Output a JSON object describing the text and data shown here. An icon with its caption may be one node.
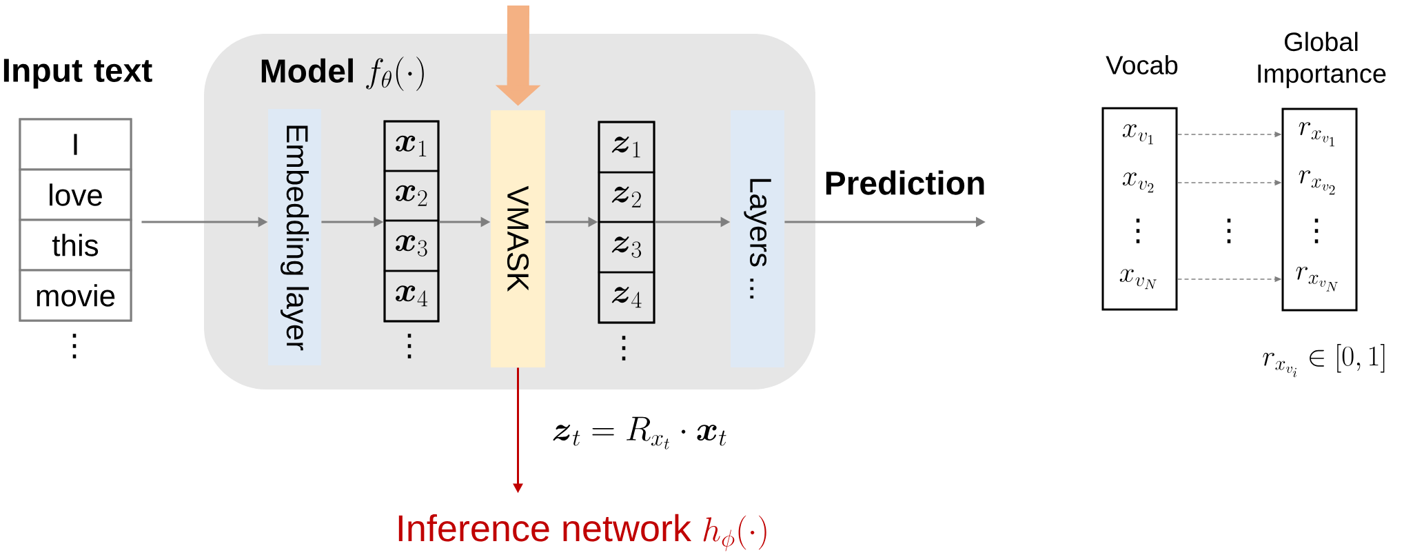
{
  "diagram": {
    "nodes": [
      {
        "text": [
          "Input text"
        ]
      },
      {
        "text": [
          "I"
        ],
        "in": 0
      },
      {
        "text": [
          "love"
        ],
        "in": 0
      },
      {
        "text": [
          "this"
        ],
        "in": 0
      },
      {
        "text": [
          "movie"
        ],
        "in": 0
      },
      {
        "text": [
          "Model",
          "f_{\\theta}(\\cdot)"
        ]
      },
      {
        "text": [
          "Embedding layer"
        ],
        "in": 5
      },
      {
        "text": [],
        "shape": "box",
        "in": 5
      },
      {
        "text": [
          "\\boldsymbol{x}_1"
        ],
        "in": 7
      },
      {
        "text": [
          "\\boldsymbol{x}_2"
        ],
        "in": 7
      },
      {
        "text": [
          "\\boldsymbol{x}_3"
        ],
        "in": 7
      },
      {
        "text": [
          "\\boldsymbol{x}_4"
        ],
        "in": 7
      },
      {
        "text": [
          "VMASK"
        ],
        "in": 5
      },
      {
        "text": [],
        "shape": "box",
        "in": 5
      },
      {
        "text": [
          "\\boldsymbol{z}_1"
        ],
        "in": 13
      },
      {
        "text": [
          "\\boldsymbol{z}_2"
        ],
        "in": 13
      },
      {
        "text": [
          "\\boldsymbol{z}_3"
        ],
        "in": 13
      },
      {
        "text": [
          "\\boldsymbol{z}_4"
        ],
        "in": 13
      },
      {
        "text": [
          "Layers ..."
        ],
        "in": 5
      },
      {
        "text": [
          "Inference network",
          "h_{\\phi}(\\cdot)"
        ]
      },
      {
        "text": [
          "Vocab"
        ]
      },
      {
        "text": [
          "x_{v_1}"
        ],
        "in": 20
      },
      {
        "text": [
          "x_{v_2}"
        ],
        "in": 20
      },
      {
        "text": [
          "x_{v_N}"
        ],
        "in": 20
      },
      {
        "text": [
          "Global Importance"
        ]
      },
      {
        "text": [
          "r_{x_{v_1}}"
        ],
        "in": 24
      },
      {
        "text": [
          "r_{x_{v_2}}"
        ],
        "in": 24
      },
      {
        "text": [
          "r_{x_{v_N}}"
        ],
        "in": 24
      }
    ],
    "edges": [
      {
        "from": 0,
        "to": 6,
        "arrow": "to"
      },
      {
        "from": 6,
        "to": 7,
        "arrow": "to"
      },
      {
        "from": 7,
        "to": 12,
        "arrow": "to"
      },
      {
        "from": 12,
        "to": 13,
        "arrow": "to"
      },
      {
        "from": 13,
        "to": 18,
        "arrow": "to"
      },
      {
        "from": 18,
        "to": null,
        "arrow": "to",
        "label": "Prediction"
      },
      {
        "from": null,
        "to": 12,
        "arrow": "to",
        "style": "thick",
        "color": "#f4b183"
      },
      {
        "from": 12,
        "to": 19,
        "arrow": "to",
        "color": "#c00000"
      },
      {
        "from": 21,
        "to": 25,
        "arrow": "to",
        "style": "dashed"
      },
      {
        "from": 22,
        "to": 26,
        "arrow": "to",
        "style": "dashed"
      },
      {
        "from": 23,
        "to": 27,
        "arrow": "to",
        "style": "dashed"
      }
    ],
    "labels": [
      "⋮",
      "⋮",
      "⋮",
      "\\boldsymbol{z}_t = R_{x_t}\\cdot \\boldsymbol{x}_t",
      "⋮",
      "⋮",
      "⋮",
      "r_{x_{v_i}} \\in [0,1]"
    ]
  }
}
